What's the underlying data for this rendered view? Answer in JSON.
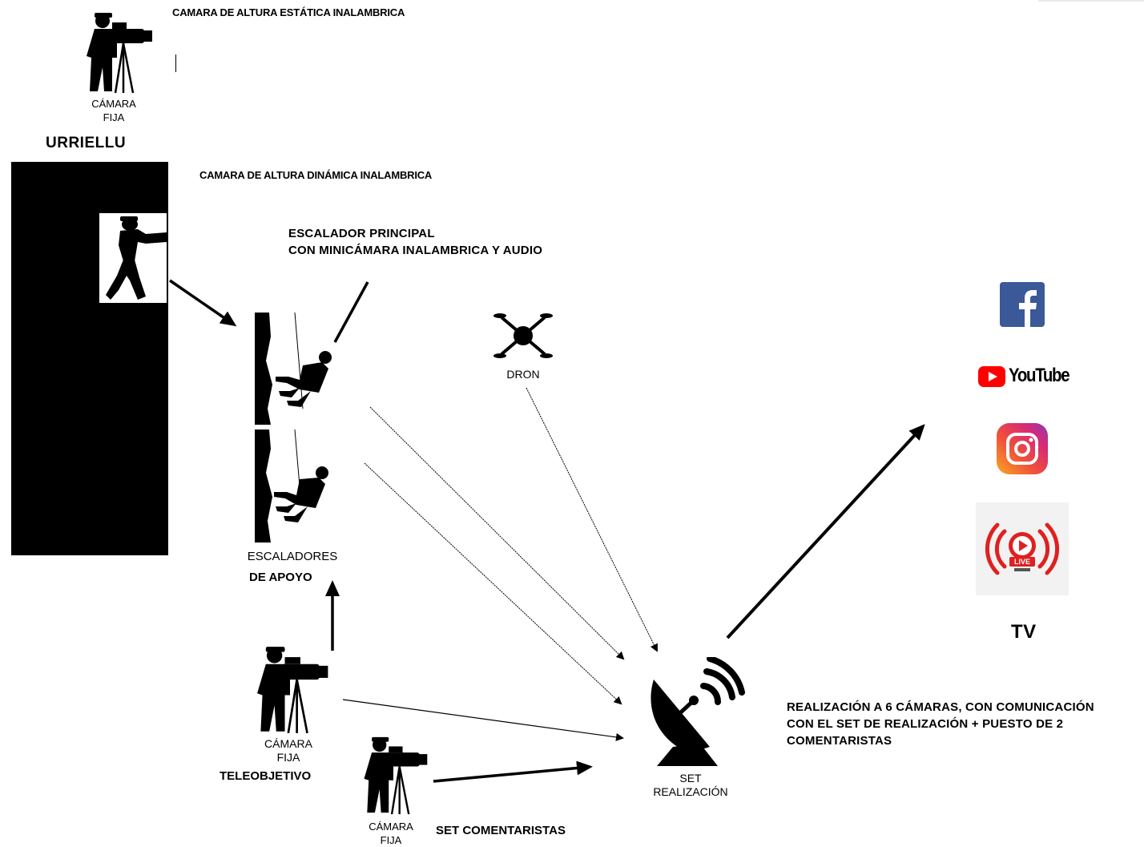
{
  "labels": {
    "static_cam_title": "CAMARA DE ALTURA ESTÁTICA INALAMBRICA",
    "dynamic_cam_title": "CAMARA DE ALTURA DINÁMICA INALAMBRICA",
    "main_climber_line1": "ESCALADOR PRINCIPAL",
    "main_climber_line2": "CON MINICÁMARA INALAMBRICA Y AUDIO",
    "urriellu": "URRIELLU",
    "camara_fija_1": "CÁMARA",
    "camara_fija_2": "FIJA",
    "dron": "DRON",
    "escaladores": "ESCALADORES",
    "de_apoyo": "DE APOYO",
    "teleobjetivo": "TELEOBJETIVO",
    "set_comentaristas": "SET COMENTARISTAS",
    "set_realizacion_1": "SET",
    "set_realizacion_2": "REALIZACIÓN",
    "description_line1": "REALIZACIÓN A 6 CÁMARAS, CON COMUNICACIÓN",
    "description_line2": "CON EL SET DE REALIZACIÓN + PUESTO DE 2",
    "description_line3": "COMENTARISTAS",
    "tv": "TV",
    "youtube": "YouTube",
    "live": "LIVE"
  },
  "icons": {
    "cameraman": "cameraman-icon",
    "climber": "climber-icon",
    "drone": "drone-icon",
    "satellite": "satellite-dish-icon",
    "facebook": "facebook-icon",
    "youtube": "youtube-icon",
    "instagram": "instagram-icon",
    "live": "live-icon"
  },
  "colors": {
    "facebook": "#3b5998",
    "youtube": "#ff0000",
    "live": "#e02020",
    "ink": "#000000"
  }
}
